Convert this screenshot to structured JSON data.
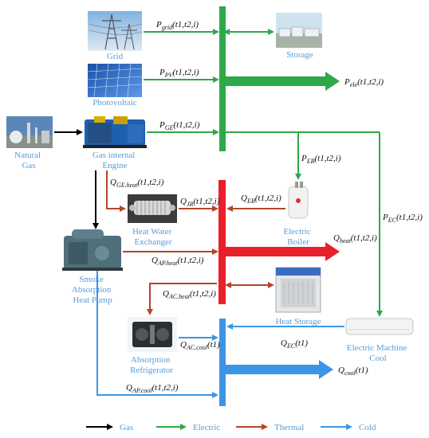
{
  "nodes": {
    "grid": "Grid",
    "storage": "Storage",
    "photovoltaic": "Photovoltaic",
    "natural_gas": [
      "Natural",
      "Gas"
    ],
    "gas_engine": [
      "Gas internal",
      "Engine"
    ],
    "heat_exchanger": [
      "Heat Water",
      "Exchanger"
    ],
    "electric_boiler": [
      "Electric",
      "Boiler"
    ],
    "smoke_pump": [
      "Smoke",
      "Absorption",
      "Heat Pump"
    ],
    "heat_storage": "Heat Storage",
    "absorption_refrigerator": [
      "Absorption",
      "Refrigerator"
    ],
    "electric_machine_cool": [
      "Electric Machine",
      "Cool"
    ]
  },
  "flows": {
    "p_grid": {
      "main": "P",
      "sub": "grid",
      "args": "(t1,t2,i)"
    },
    "p_pv": {
      "main": "P",
      "sub": "PV",
      "args": "(t1,t2,i)"
    },
    "p_ge": {
      "main": "P",
      "sub": "GE",
      "args": "(t1,t2,i)"
    },
    "p_ele": {
      "main": "P",
      "sub": "ele",
      "args": "(t1,t2,i)"
    },
    "p_eb": {
      "main": "P",
      "sub": "EB",
      "args": "(t1,t2,i)"
    },
    "p_ec": {
      "main": "P",
      "sub": "EC",
      "args": "(t1,t2,i)"
    },
    "q_ge_heat": {
      "main": "Q",
      "sub": "GE.heat",
      "args": "(t1,t2,i)"
    },
    "q_jr": {
      "main": "Q",
      "sub": "JR",
      "args": "(t1,t2,i)"
    },
    "q_eb": {
      "main": "Q",
      "sub": "EB",
      "args": "(t1,t2,i)"
    },
    "q_heat": {
      "main": "Q",
      "sub": "heat",
      "args": "(t1,t2,i)"
    },
    "q_ap_heat": {
      "main": "Q",
      "sub": "AP.heat",
      "args": "(t1,t2,i)"
    },
    "q_ac_heat": {
      "main": "Q",
      "sub": "AC.heat",
      "args": "(t1,t2,i)"
    },
    "q_ac_cool": {
      "main": "Q",
      "sub": "AC.cool",
      "args": "(t1)"
    },
    "q_ec": {
      "main": "Q",
      "sub": "EC",
      "args": "(t1)"
    },
    "q_cool": {
      "main": "Q",
      "sub": "cool",
      "args": "(t1)"
    },
    "q_ap_cool": {
      "main": "Q",
      "sub": "AP.cool",
      "args": "(t1,t2,i)"
    }
  },
  "legend": {
    "gas": "Gas",
    "electric": "Electric",
    "thermal": "Thermal",
    "cold": "Cold"
  },
  "colors": {
    "gas": "#000000",
    "electric": "#2ea84a",
    "thermal": "#b5452a",
    "thermal_bus": "#e8202a",
    "cold": "#3b95e6",
    "label": "#5a9bd5"
  },
  "icons": {
    "grid": "power-tower-icon",
    "storage": "battery-storage-icon",
    "photovoltaic": "solar-panel-icon",
    "natural_gas": "gas-plant-icon",
    "gas_engine": "generator-icon",
    "heat_exchanger": "heat-exchanger-icon",
    "electric_boiler": "water-heater-icon",
    "smoke_pump": "heat-pump-icon",
    "heat_storage": "heat-storage-icon",
    "absorption_refrigerator": "compressor-icon",
    "electric_machine_cool": "air-conditioner-icon"
  }
}
